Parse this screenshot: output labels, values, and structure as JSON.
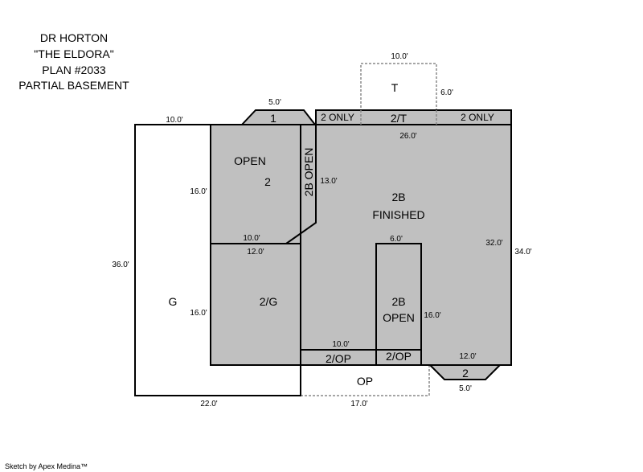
{
  "header": {
    "lines": [
      "DR HORTON",
      "\"THE ELDORA\"",
      "PLAN #2033",
      "PARTIAL BASEMENT"
    ]
  },
  "areas": {
    "garage": "G",
    "open2_a": "OPEN",
    "open2_b": "2",
    "stair": "2B OPEN",
    "finished_a": "2B",
    "finished_b": "FINISHED",
    "garage2": "2/G",
    "open2b_a": "2B",
    "open2b_b": "OPEN",
    "op_left": "2/OP",
    "op_right": "2/OP",
    "op": "OP",
    "bay1": "1",
    "bay2": "2",
    "terrace": "T",
    "strip_left": "2 ONLY",
    "strip_mid": "2/T",
    "strip_right": "2 ONLY"
  },
  "dimensions": {
    "garage_top": "10.0'",
    "garage_left": "36.0'",
    "garage_bottom": "22.0'",
    "bay1_top": "5.0'",
    "open_left": "16.0'",
    "stair": "13.0'",
    "open_bottom": "10.0'",
    "g2_top": "12.0'",
    "g2_left": "16.0'",
    "t_top": "10.0'",
    "t_right": "6.0'",
    "main_top": "26.0'",
    "inner_right": "32.0'",
    "main_right": "34.0'",
    "open2b_top": "6.0'",
    "open2b_right": "16.0'",
    "op_top": "10.0'",
    "bay2_top": "12.0'",
    "bay2_bottom": "5.0'",
    "op_bottom": "17.0'"
  },
  "footer": {
    "credit": "Sketch by Apex Medina™"
  }
}
